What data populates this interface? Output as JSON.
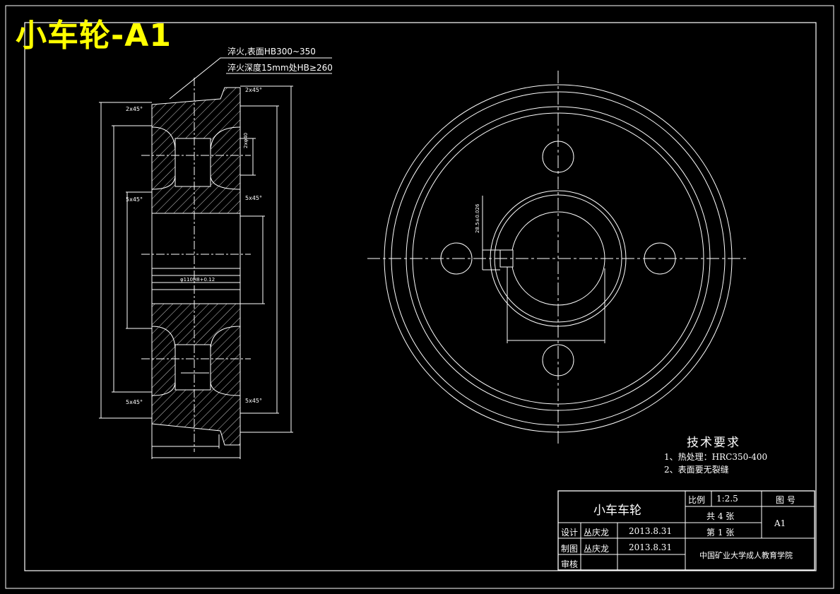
{
  "banner_title": "小车轮-A1",
  "annotations": {
    "heat_note_1": "淬火,表面HB300~350",
    "heat_note_2": "淬火深度15mm处HB≥260",
    "chamfer_top_left": "2x45°",
    "chamfer_top_right": "2x45°",
    "chamfer_mid_left": "5x45°",
    "chamfer_mid_right": "5x45°",
    "chamfer_bot_left": "5x45°",
    "chamfer_bot_right": "5x45°",
    "bore_dim": "φ110H8+0.12",
    "keyway_dim": "28.5",
    "hole_dim": "2xφ40",
    "front_keyway_dim": "28.5±0.026"
  },
  "tech_req": {
    "heading": "技术要求",
    "item1": "1、热处理：HRC350-400",
    "item2": "2、表面要无裂缝"
  },
  "title_block": {
    "part_name": "小车车轮",
    "scale_label": "比例",
    "scale_value": "1:2.5",
    "drawing_no_label": "图 号",
    "sheets_total": "共 4 张",
    "sheet_no": "第 1 张",
    "drawing_no": "A1",
    "design_label": "设计",
    "design_name": "丛庆龙",
    "design_date": "2013.8.31",
    "draft_label": "制图",
    "draft_name": "丛庆龙",
    "draft_date": "2013.8.31",
    "review_label": "审核",
    "school": "中国矿业大学成人教育学院"
  },
  "colors": {
    "background": "#000000",
    "line": "#ffffff",
    "banner": "#ffff00"
  }
}
